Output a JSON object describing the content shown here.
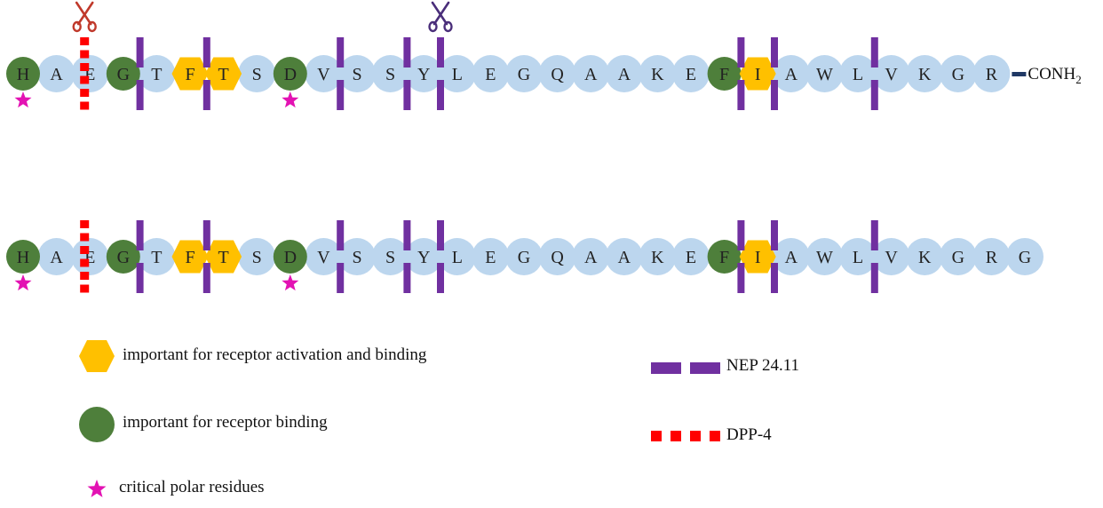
{
  "colors": {
    "neutral": "#bcd6ee",
    "binding": "#4e7f3b",
    "activation": "#ffc000",
    "star": "#e312b3",
    "nep": "#7030a0",
    "dpp": "#ff0000",
    "cap": "#1f3864",
    "scissors_dpp": "#c0392b",
    "scissors_nep": "#4a2e7a"
  },
  "sequences": [
    {
      "residues": [
        "H",
        "A",
        "E",
        "G",
        "T",
        "F",
        "T",
        "S",
        "D",
        "V",
        "S",
        "S",
        "Y",
        "L",
        "E",
        "G",
        "Q",
        "A",
        "A",
        "K",
        "E",
        "F",
        "I",
        "A",
        "W",
        "L",
        "V",
        "K",
        "G",
        "R"
      ],
      "binding": [
        0,
        3,
        8,
        21
      ],
      "activation": [
        5,
        6,
        22
      ],
      "stars": [
        0,
        8
      ],
      "nep_cuts": [
        3,
        5,
        9,
        11,
        12,
        21,
        22,
        25
      ],
      "dpp_cuts": [
        2
      ],
      "scissors": [
        {
          "icon": "scissors-icon",
          "type": "dpp",
          "at": 2
        },
        {
          "icon": "scissors-icon",
          "type": "nep",
          "at": 12
        }
      ],
      "cterm": "CONH",
      "cterm_sub": "2"
    },
    {
      "residues": [
        "H",
        "A",
        "E",
        "G",
        "T",
        "F",
        "T",
        "S",
        "D",
        "V",
        "S",
        "S",
        "Y",
        "L",
        "E",
        "G",
        "Q",
        "A",
        "A",
        "K",
        "E",
        "F",
        "I",
        "A",
        "W",
        "L",
        "V",
        "K",
        "G",
        "R",
        "G"
      ],
      "binding": [
        0,
        3,
        8,
        21
      ],
      "activation": [
        5,
        6,
        22
      ],
      "stars": [
        0,
        8
      ],
      "nep_cuts": [
        3,
        5,
        9,
        11,
        12,
        21,
        22,
        25
      ],
      "dpp_cuts": [
        2
      ],
      "scissors": [],
      "cterm": "",
      "cterm_sub": ""
    }
  ],
  "legend": {
    "activation": "important for receptor activation and binding",
    "binding": "important for receptor binding",
    "polar": "critical polar residues",
    "nep": "NEP 24.11",
    "dpp": "DPP-4"
  }
}
